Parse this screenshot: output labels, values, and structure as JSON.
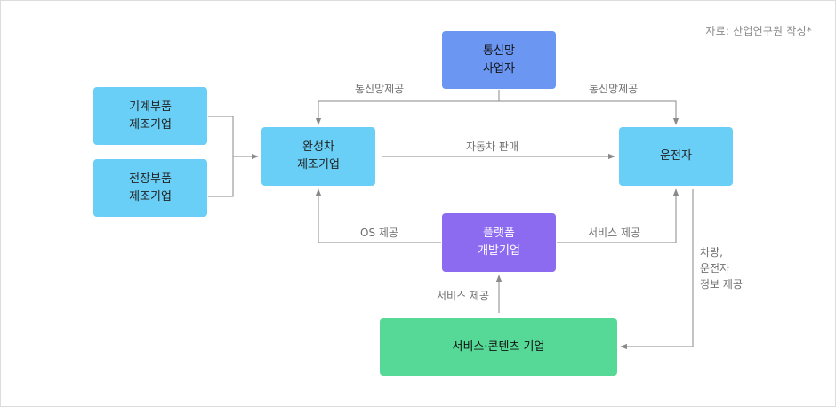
{
  "source_note": "자료: 산업연구원 작성*",
  "nodes": {
    "mechanical_parts": [
      "기계부품",
      "제조기업"
    ],
    "electrical_parts": [
      "전장부품",
      "제조기업"
    ],
    "automaker": [
      "완성차",
      "제조기업"
    ],
    "telecom": [
      "통신망",
      "사업자"
    ],
    "driver": [
      "운전자"
    ],
    "platform": [
      "플랫폼",
      "개발기업"
    ],
    "service_content": [
      "서비스·콘텐츠 기업"
    ]
  },
  "edges": {
    "telecom_to_automaker": "통신망제공",
    "telecom_to_driver": "통신망제공",
    "automaker_to_driver": "자동차 판매",
    "platform_to_automaker": "OS 제공",
    "platform_to_driver": "서비스 제공",
    "service_to_platform": "서비스 제공",
    "driver_to_service": [
      "차량,",
      "운전자",
      "정보 제공"
    ]
  },
  "colors": {
    "parts_box": "#69cff7",
    "telecom_box": "#6b97f2",
    "platform_box": "#8c6bf0",
    "service_box": "#56d896",
    "line": "#8a8a8a"
  }
}
